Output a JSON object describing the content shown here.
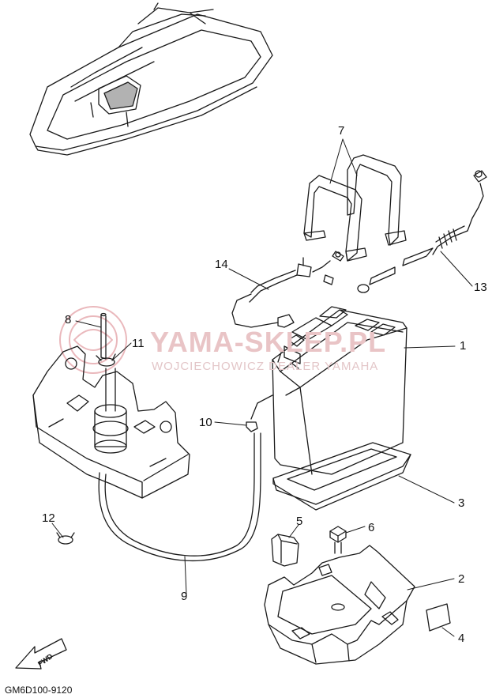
{
  "diagram": {
    "callouts": [
      "1",
      "2",
      "3",
      "4",
      "5",
      "6",
      "7",
      "8",
      "9",
      "10",
      "11",
      "12",
      "13",
      "14"
    ],
    "watermark": {
      "brand": "YAMA-SKLEP.PL",
      "tagline": "WOJCIECHOWICZ DEALER YAMAHA",
      "color": "#e8c0c3"
    },
    "diagram_code": "GM6D100-9120",
    "fwd_label": "FWD"
  }
}
